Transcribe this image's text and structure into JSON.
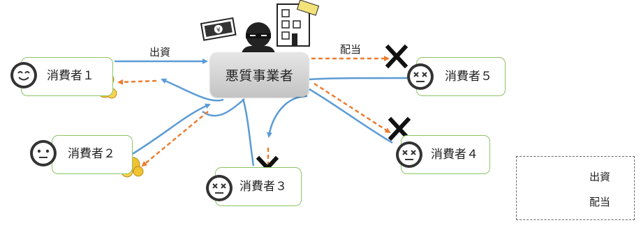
{
  "center": {
    "label": "悪質事業者"
  },
  "consumers": [
    {
      "id": "1",
      "label": "消費者１",
      "face": "smiling-face"
    },
    {
      "id": "2",
      "label": "消費者２",
      "face": "neutral-face"
    },
    {
      "id": "3",
      "label": "消費者３",
      "face": "dizzy-face"
    },
    {
      "id": "4",
      "label": "消費者４",
      "face": "dizzy-face"
    },
    {
      "id": "5",
      "label": "消費者５",
      "face": "dizzy-face"
    }
  ],
  "edge_labels": {
    "investment": "出資",
    "dividend": "配当"
  },
  "legend": {
    "investment": "出資",
    "dividend": "配当"
  },
  "colors": {
    "investment": "#5b9bd5",
    "dividend": "#ed7d31",
    "box_border": "#8cc464",
    "cross": "#111111"
  },
  "icons": [
    "money-bundle-icon",
    "thief-icon",
    "building-icon",
    "money-bag-icon",
    "cross-mark-icon"
  ]
}
